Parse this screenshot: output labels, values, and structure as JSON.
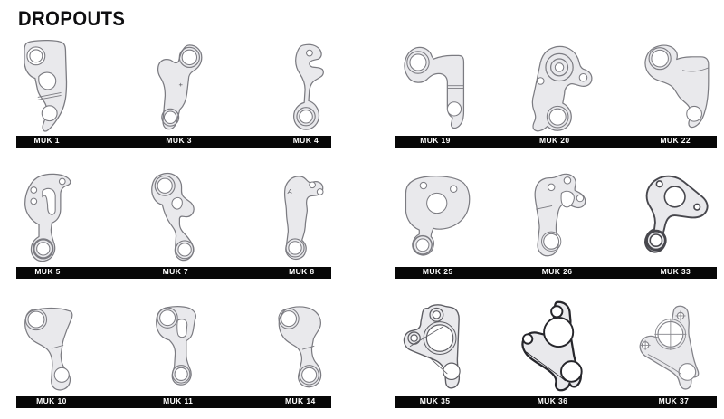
{
  "title": "DROPOUTS",
  "colors": {
    "background": "#ffffff",
    "part_fill": "#e9e9ec",
    "part_stroke": "#7b7b81",
    "mark_color": "#55555a",
    "bar_background": "#070707",
    "bar_text": "#ffffff",
    "title_color": "#0e0e10"
  },
  "groups": [
    {
      "name": "group-row1-left",
      "items": [
        {
          "label": "MUK 1",
          "shape": "muk1"
        },
        {
          "label": "MUK 3",
          "shape": "muk3",
          "mark": "+"
        },
        {
          "label": "MUK 4",
          "shape": "muk4"
        }
      ]
    },
    {
      "name": "group-row1-right",
      "items": [
        {
          "label": "MUK 19",
          "shape": "muk19"
        },
        {
          "label": "MUK 20",
          "shape": "muk20"
        },
        {
          "label": "MUK 22",
          "shape": "muk22"
        }
      ]
    },
    {
      "name": "group-row2-left",
      "items": [
        {
          "label": "MUK 5",
          "shape": "muk5"
        },
        {
          "label": "MUK 7",
          "shape": "muk7"
        },
        {
          "label": "MUK 8",
          "shape": "muk8",
          "mark": "A"
        }
      ]
    },
    {
      "name": "group-row2-right",
      "items": [
        {
          "label": "MUK 25",
          "shape": "muk25"
        },
        {
          "label": "MUK 26",
          "shape": "muk26"
        },
        {
          "label": "MUK 33",
          "shape": "muk33"
        }
      ]
    },
    {
      "name": "group-row3-left",
      "items": [
        {
          "label": "MUK 10",
          "shape": "muk10"
        },
        {
          "label": "MUK 11",
          "shape": "muk11"
        },
        {
          "label": "MUK 14",
          "shape": "muk14"
        }
      ]
    },
    {
      "name": "group-row3-right",
      "items": [
        {
          "label": "MUK 35",
          "shape": "muk35"
        },
        {
          "label": "MUK 36",
          "shape": "muk36"
        },
        {
          "label": "MUK 37",
          "shape": "muk37"
        }
      ]
    }
  ]
}
